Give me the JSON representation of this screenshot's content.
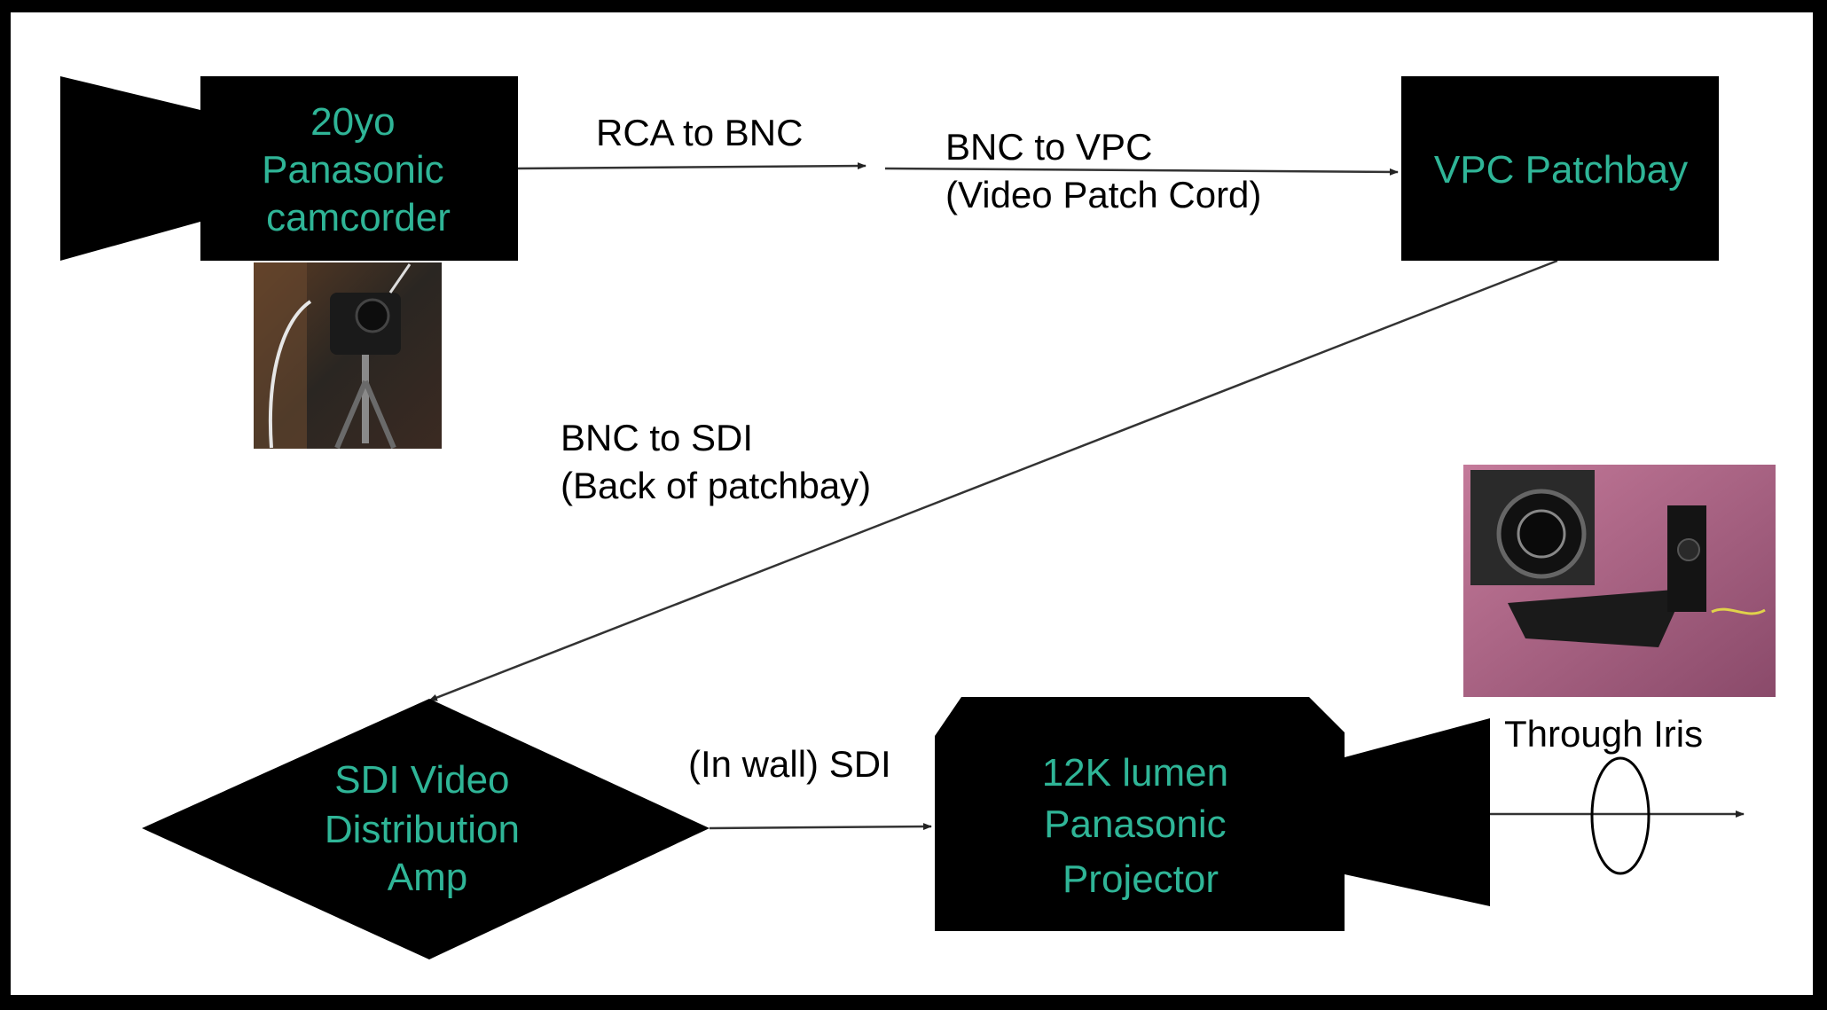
{
  "colors": {
    "frame": "#000000",
    "canvas": "#ffffff",
    "node_fill": "#000000",
    "node_text": "#2fb597",
    "label_text": "#000000",
    "connector": "#333333"
  },
  "nodes": {
    "camcorder": {
      "lines": [
        "20yo",
        "Panasonic",
        "camcorder"
      ],
      "icon": "video-camera-icon"
    },
    "patchbay": {
      "lines": [
        "VPC Patchbay"
      ]
    },
    "distribution_amp": {
      "lines": [
        "SDI Video",
        "Distribution",
        "Amp"
      ]
    },
    "projector": {
      "lines": [
        "12K lumen",
        "Panasonic",
        "Projector"
      ],
      "icon": "projector-icon"
    }
  },
  "edge_labels": {
    "rca_to_bnc": [
      "RCA to BNC"
    ],
    "bnc_to_vpc": [
      "BNC to VPC",
      "(Video Patch Cord)"
    ],
    "bnc_to_sdi": [
      "BNC to SDI",
      "(Back of patchbay)"
    ],
    "in_wall_sdi": [
      "(In wall) SDI"
    ],
    "through_iris": [
      "Through Iris"
    ]
  },
  "photos": {
    "camcorder_photo": "camcorder-on-tripod-photo",
    "projector_photo": "projector-in-wall-photo"
  }
}
